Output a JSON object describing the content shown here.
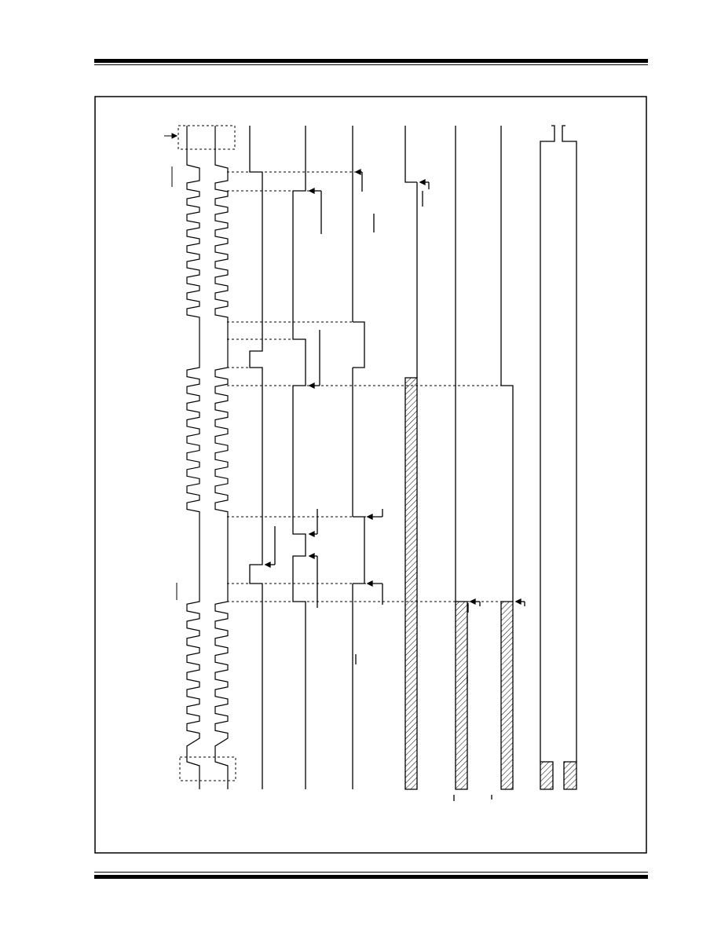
{
  "page": {
    "header_rule": "thick-over-thin",
    "footer_rule": "thin-over-thick"
  },
  "diagram": {
    "type": "rotated-timing-diagram",
    "orientation": "rotated-90-ccw",
    "colors": {
      "line": "#000000",
      "background": "#ffffff",
      "hatch": "#000000"
    },
    "signals": [
      {
        "id": "clock-a",
        "kind": "clock",
        "cycles_first_burst": 9,
        "cycles_second_burst": 9,
        "cycles_third_burst": 8
      },
      {
        "id": "clock-b",
        "kind": "clock",
        "cycles_first_burst": 9,
        "cycles_second_burst": 9,
        "cycles_third_burst": 8
      },
      {
        "id": "signal-1",
        "kind": "pulse"
      },
      {
        "id": "signal-2",
        "kind": "pulse"
      },
      {
        "id": "signal-3",
        "kind": "bus"
      },
      {
        "id": "signal-4",
        "kind": "hatched-region"
      },
      {
        "id": "signal-5",
        "kind": "hatched-region"
      },
      {
        "id": "signal-6",
        "kind": "hatched-region"
      },
      {
        "id": "signal-7",
        "kind": "bus-pair"
      }
    ]
  }
}
